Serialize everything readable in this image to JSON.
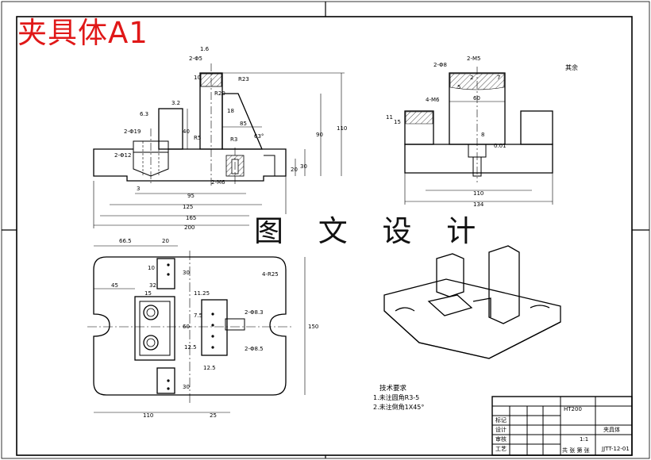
{
  "title": "夹具体A1",
  "watermark": "图 文 设 计",
  "tech_requirements": {
    "heading": "技术要求",
    "items": [
      "1.未注圆角R3-5",
      "2.未注倒角1X45°"
    ]
  },
  "roughness_note": "其余",
  "title_block": {
    "part_name": "夹具体",
    "material": "HT200",
    "drawing_no": "JJTT-12-01",
    "scale": "1:1",
    "row_labels": [
      "标记",
      "设计",
      "审核",
      "工艺"
    ],
    "footer": "共 张 第 张"
  },
  "dims": {
    "front": {
      "overall": "200",
      "d165": "165",
      "d125": "125",
      "d95": "95",
      "d85": "85",
      "height_total": "110",
      "height_90": "90",
      "d40": "40",
      "d30": "30",
      "d20": "20",
      "d3": "3",
      "d18": "18",
      "d10": "10",
      "holes_top": "2-Φ5",
      "holes_19": "2-Φ19",
      "holes_12": "2-Φ12",
      "holes_m6": "2-M6",
      "r20": "R20",
      "r5": "R5",
      "r3": "R3",
      "r23": "R23",
      "angle": "63°",
      "roughness_a": "6.3",
      "roughness_b": "3.2",
      "roughness_c": "1.6"
    },
    "side": {
      "width": "134",
      "inner": "110",
      "d60": "60",
      "d4m6": "4-M6",
      "holes_m5": "2-M5",
      "holes_phi8": "2-Φ8",
      "d15": "15",
      "d11": "11",
      "d8": "8",
      "d7": "7",
      "d2": "2",
      "d5": "5",
      "c01": "0.01"
    },
    "top": {
      "d66_5": "66.5",
      "d20": "20",
      "d10": "10",
      "d30": "30",
      "d45": "45",
      "d32": "32",
      "d15": "15",
      "d60": "60",
      "d150": "150",
      "d110": "110",
      "d25": "25",
      "d11_25": "11.25",
      "d12_5": "12.5",
      "d7_5": "7.5",
      "r30": "4-R25",
      "phi8": "2-Φ8.3",
      "phi9": "2-Φ8.5",
      "d125": "12.5"
    }
  }
}
